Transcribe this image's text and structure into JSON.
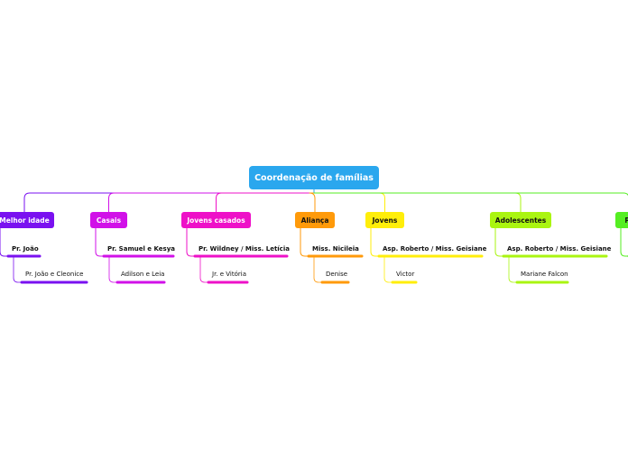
{
  "root": {
    "label": "Coordenação de famílias",
    "color": "#2aa7ee"
  },
  "branches": [
    {
      "label": "Melhor idade",
      "color": "#7a11f0",
      "text_color": "#ffffff",
      "leader": {
        "label": "Pr. João"
      },
      "members": [
        {
          "label": "Pr. João e Cleonice"
        }
      ]
    },
    {
      "label": "Casais",
      "color": "#d111e8",
      "text_color": "#ffffff",
      "leader": {
        "label": "Pr. Samuel e Kesya"
      },
      "members": [
        {
          "label": "Adilson e Leia"
        }
      ]
    },
    {
      "label": "Jovens casados",
      "color": "#ee11c8",
      "text_color": "#ffffff",
      "leader": {
        "label": "Pr. Wildney / Miss. Letícia"
      },
      "members": [
        {
          "label": "Jr. e Vitória"
        }
      ]
    },
    {
      "label": "Aliança",
      "color": "#ff9a0a",
      "text_color": "#111111",
      "leader": {
        "label": "Miss. Nicileia"
      },
      "members": [
        {
          "label": "Denise"
        }
      ]
    },
    {
      "label": "Jovens",
      "color": "#ffee0a",
      "text_color": "#111111",
      "leader": {
        "label": "Asp. Roberto / Miss. Geisiane"
      },
      "members": [
        {
          "label": "Victor"
        }
      ]
    },
    {
      "label": "Adolescentes",
      "color": "#aaf511",
      "text_color": "#111111",
      "leader": {
        "label": "Asp. Roberto / Miss. Geisiane"
      },
      "members": [
        {
          "label": "Mariane Falcon"
        }
      ]
    },
    {
      "label": "Pr",
      "color": "#55ee22",
      "text_color": "#111111",
      "leader": {
        "label": ""
      },
      "members": []
    }
  ]
}
